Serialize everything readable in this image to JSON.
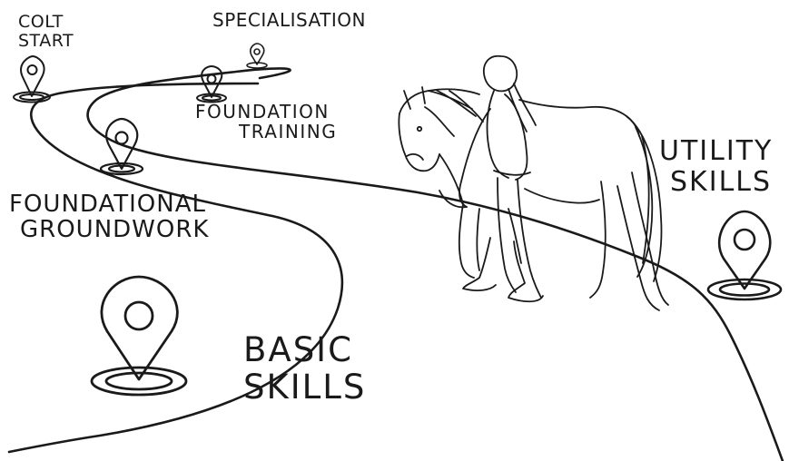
{
  "labels": {
    "colt_start": [
      "COLT",
      "START"
    ],
    "specialisation": "SPECIALISATION",
    "foundation_training": [
      "FOUNDATION",
      "TRAINING"
    ],
    "foundational_groundwork": [
      "FOUNDATIONAL",
      "GROUNDWORK"
    ],
    "basic_skills": [
      "BASIC",
      "SKILLS"
    ],
    "utility_skills": [
      "UTILITY",
      "SKILLS"
    ]
  },
  "icons": {
    "pin": "map-pin-icon",
    "illustration": "horse-and-handler-illustration"
  },
  "colors": {
    "ink": "#1a1a1a",
    "background": "#ffffff"
  }
}
